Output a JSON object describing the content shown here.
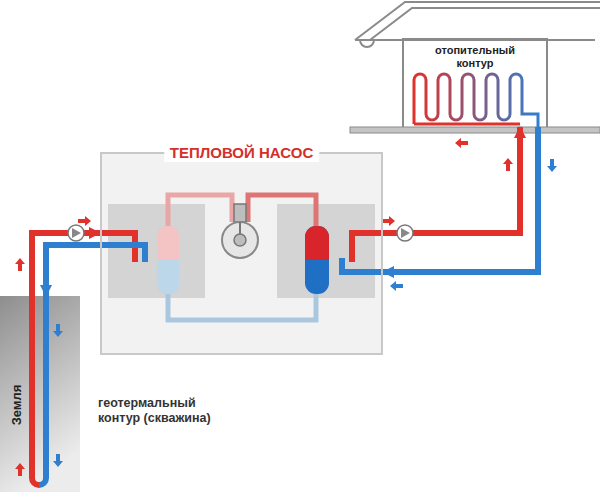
{
  "diagram": {
    "nodes": [
      {
        "text": [
          "ТЕПЛОВОЙ НАСОС"
        ]
      },
      {
        "text": [
          "отопительный контур"
        ]
      },
      {
        "text": [
          "Земля"
        ]
      }
    ],
    "edges": [
      {
        "from": 2,
        "to": 0,
        "arrow": "to"
      },
      {
        "from": 0,
        "to": 2,
        "arrow": "to"
      },
      {
        "from": 0,
        "to": 1,
        "arrow": "to"
      },
      {
        "from": 1,
        "to": 0,
        "arrow": "to"
      }
    ],
    "labels": [
      "геотермальный контур (скважина)"
    ]
  }
}
